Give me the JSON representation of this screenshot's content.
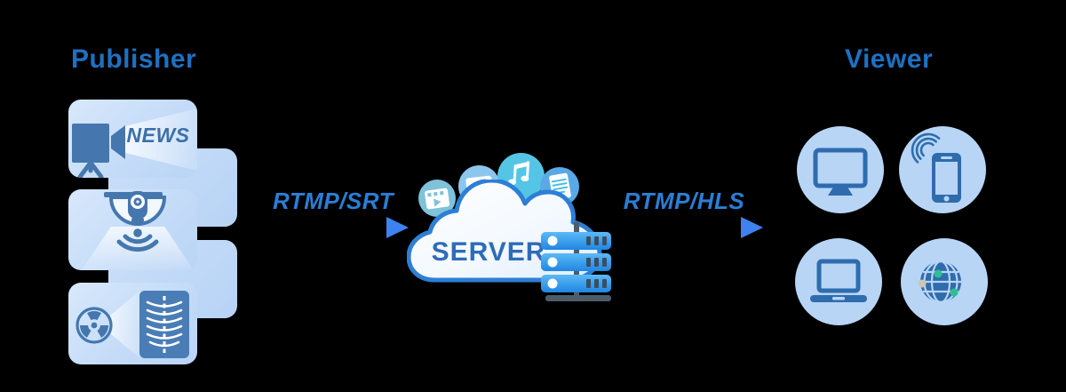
{
  "titles": {
    "publisher": "Publisher",
    "viewer": "Viewer"
  },
  "labels": {
    "ingest": "RTMP/SRT",
    "egress": "RTMP/HLS",
    "server": "SERVER",
    "news": "NEWS"
  },
  "publisher_sources": [
    {
      "name": "broadcast-news-camera",
      "caption": "NEWS"
    },
    {
      "name": "cctv-dome-camera"
    },
    {
      "name": "radiology-xray-scanner"
    }
  ],
  "server_media_types": [
    "video",
    "images",
    "audio",
    "documents"
  ],
  "viewer_devices": [
    "desktop-monitor",
    "smartphone",
    "laptop",
    "web-globe"
  ],
  "colors": {
    "background": "#000000",
    "title_blue": "#1d71c3",
    "protocol_label_blue": "#2a7ed6",
    "card_fill_light_blue": "#c5dcf8",
    "card_icon_blue": "#4577ae",
    "cloud_outline_blue": "#2d7fd6",
    "server_text_blue": "#2d6cb8",
    "rack_blue_top": "#5cb9f7",
    "rack_blue_bottom": "#1f86e2",
    "rack_stand_slate": "#4d5c6b",
    "arrow_gradient_start": "#c6f1f8",
    "arrow_gradient_end": "#3c80ee",
    "viewer_circle_fill": "#b8d5f6",
    "viewer_icon_blue": "#2e6cad",
    "globe_dot_green": "#2fbf8e",
    "globe_dot_beige": "#cdc5b8",
    "media_circle_video": "#7fc2d9",
    "media_circle_photo": "#8cc6ec",
    "media_circle_music": "#55c5e6",
    "media_circle_doc": "#5aa9e6"
  }
}
